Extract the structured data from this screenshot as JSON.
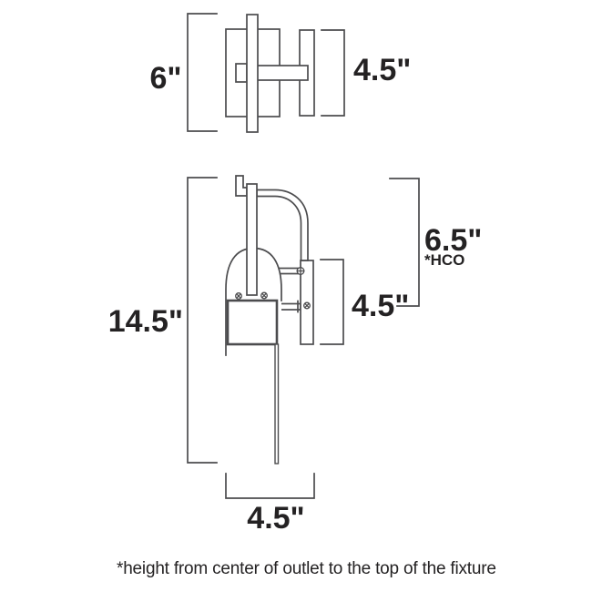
{
  "colors": {
    "line": "#4c4c4e",
    "text": "#242223",
    "background": "#ffffff"
  },
  "top_view": {
    "width": "6\"",
    "depth": "4.5\""
  },
  "side_view": {
    "overall_height": "14.5\"",
    "hco_height": "6.5\"",
    "hco_note": "*HCO",
    "backplate_height": "4.5\"",
    "base_width": "4.5\""
  },
  "footnote": "*height from center of outlet to the top of the fixture"
}
